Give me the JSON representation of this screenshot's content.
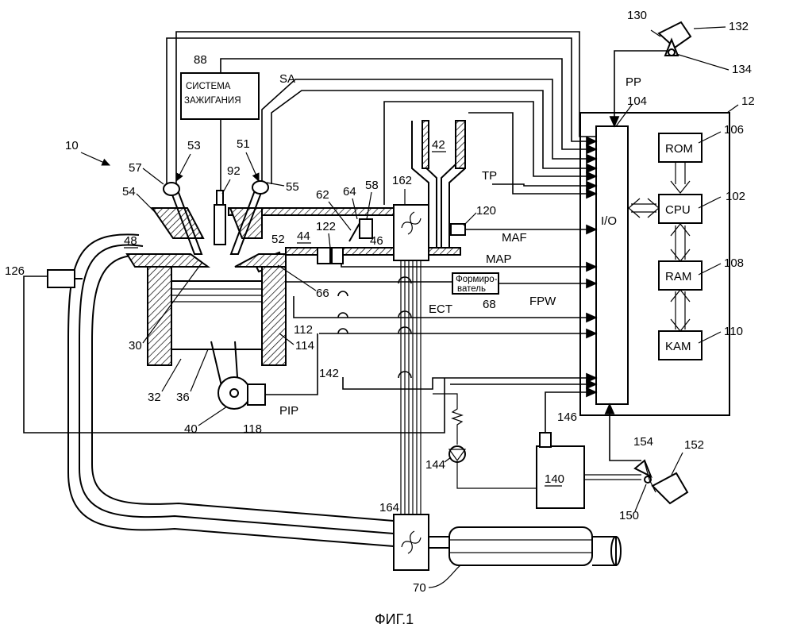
{
  "labels": {
    "n10": "10",
    "n12": "12",
    "n30": "30",
    "n32": "32",
    "n36": "36",
    "n40": "40",
    "n42": "42",
    "n44": "44",
    "n46": "46",
    "n48": "48",
    "n51": "51",
    "n52": "52",
    "n53": "53",
    "n54": "54",
    "n55": "55",
    "n57": "57",
    "n58": "58",
    "n62": "62",
    "n64": "64",
    "n66": "66",
    "n68": "68",
    "n70": "70",
    "n88": "88",
    "n92": "92",
    "n102": "102",
    "n104": "104",
    "n106": "106",
    "n108": "108",
    "n110": "110",
    "n112": "112",
    "n114": "114",
    "n118": "118",
    "n120": "120",
    "n122": "122",
    "n126": "126",
    "n130": "130",
    "n132": "132",
    "n134": "134",
    "n140": "140",
    "n142": "142",
    "n144": "144",
    "n146": "146",
    "n150": "150",
    "n152": "152",
    "n154": "154",
    "n162": "162",
    "n164": "164"
  },
  "signals": {
    "SA": "SA",
    "PP": "PP",
    "TP": "TP",
    "MAF": "MAF",
    "MAP": "MAP",
    "ECT": "ECT",
    "FPW": "FPW",
    "PIP": "PIP"
  },
  "blocks": {
    "ignition_line1": "СИСТЕМА",
    "ignition_line2": "ЗАЖИГАНИЯ",
    "io": "I/O",
    "rom": "ROM",
    "cpu": "CPU",
    "ram": "RAM",
    "kam": "KAM",
    "driver_line1": "Формиро-",
    "driver_line2": "ватель"
  },
  "caption": "ФИГ.1"
}
